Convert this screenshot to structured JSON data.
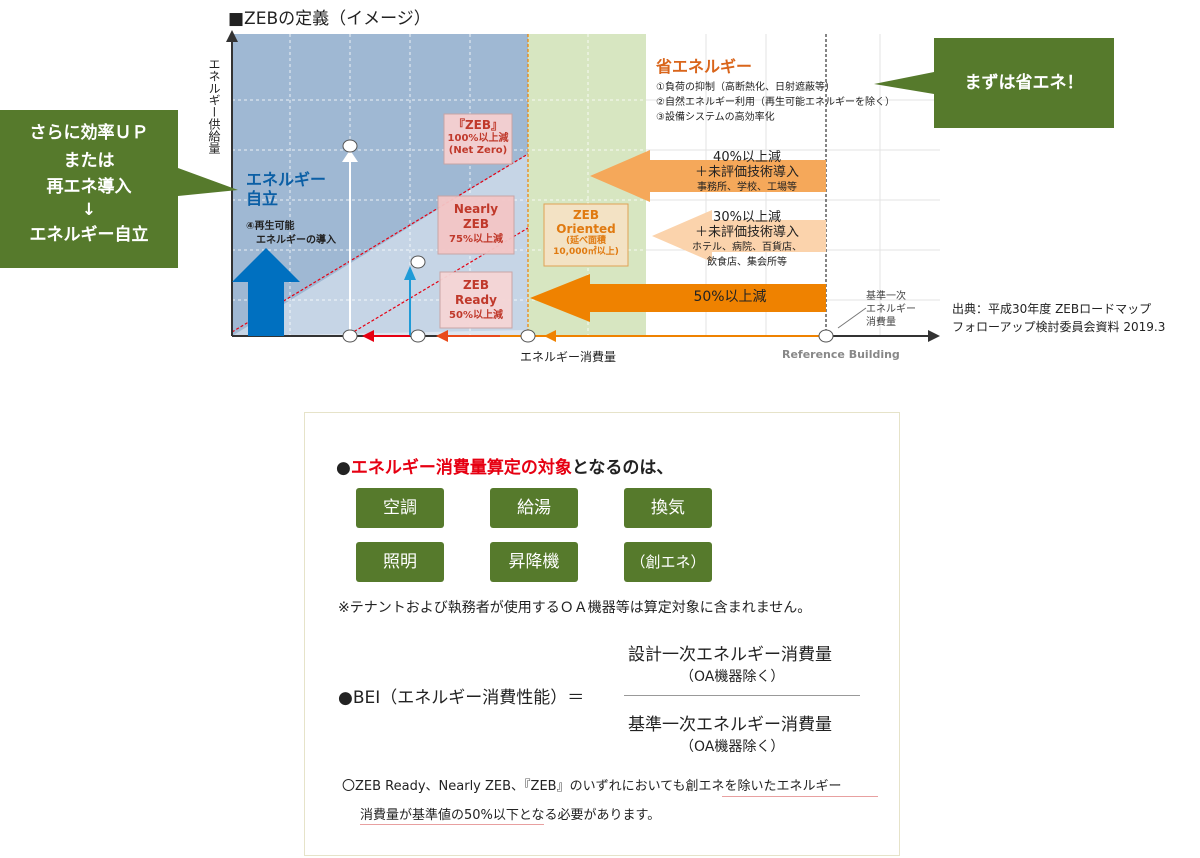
{
  "title": "■ZEBの定義（イメージ）",
  "y_axis_label": "エネルギー供給量",
  "x_axis_label": "エネルギー消費量",
  "reference_building": "Reference Building",
  "baseline_label": [
    "基準一次",
    "エネルギー",
    "消費量"
  ],
  "callout_left": [
    "さらに効率ＵＰ",
    "または",
    "再エネ導入",
    "↓",
    "エネルギー自立"
  ],
  "callout_right": "まずは省エネ！",
  "energy_saving": {
    "heading": "省エネルギー",
    "items": [
      "①負荷の抑制（高断熱化、日射遮蔽等）",
      "②自然エネルギー利用（再生可能エネルギーを除く）",
      "③設備システムの高効率化"
    ]
  },
  "self_sufficiency": {
    "heading": [
      "エネルギー",
      "自立"
    ],
    "item": [
      "④再生可能",
      "エネルギーの導入"
    ]
  },
  "zeb_labels": {
    "zeb": [
      "『ZEB』",
      "100%以上減",
      "(Net Zero)"
    ],
    "nearly": [
      "Nearly",
      "ZEB",
      "75%以上減"
    ],
    "ready": [
      "ZEB",
      "Ready",
      "50%以上減"
    ],
    "oriented": [
      "ZEB",
      "Oriented",
      "(延べ面積",
      "10,000㎡以上)"
    ]
  },
  "arrows": {
    "a40": [
      "40%以上減",
      "＋未評価技術導入"
    ],
    "a40_sub": "事務所、学校、工場等",
    "a30": [
      "30%以上減",
      "＋未評価技術導入"
    ],
    "a30_sub": [
      "ホテル、病院、百貨店、",
      "飲食店、集会所等"
    ],
    "a50": "50%以上減"
  },
  "source": [
    "出典：平成30年度 ZEBロードマップ",
    "フォローアップ検討委員会資料 2019.3"
  ],
  "panel": {
    "bullet": "●",
    "heading_red": "エネルギー消費量算定の対象",
    "heading_rest": "となるのは、",
    "buttons": [
      "空調",
      "給湯",
      "換気",
      "照明",
      "昇降機",
      "（創エネ）"
    ],
    "note": "※テナントおよび執務者が使用するＯＡ機器等は算定対象に含まれません。",
    "bei_label": "●BEI（エネルギー消費性能）＝",
    "numerator": "設計一次エネルギー消費量",
    "numerator_sub": "（OA機器除く）",
    "denominator": "基準一次エネルギー消費量",
    "denominator_sub": "（OA機器除く）",
    "footnote_line1": "〇ZEB Ready、Nearly ZEB、『ZEB』のいずれにおいても創エネを除いたエネルギー",
    "footnote_line2": "消費量が基準値の50%以下となる必要があります。"
  },
  "colors": {
    "green": "#567a2c",
    "chart_blue": "#9fb8d3",
    "light_green": "#d7e6c1",
    "orange": "#ef8200",
    "orange_light": "#f5a85a",
    "orange_pale": "#fbd3ac",
    "red": "#e60012",
    "arrow_blue": "#0070c0"
  }
}
